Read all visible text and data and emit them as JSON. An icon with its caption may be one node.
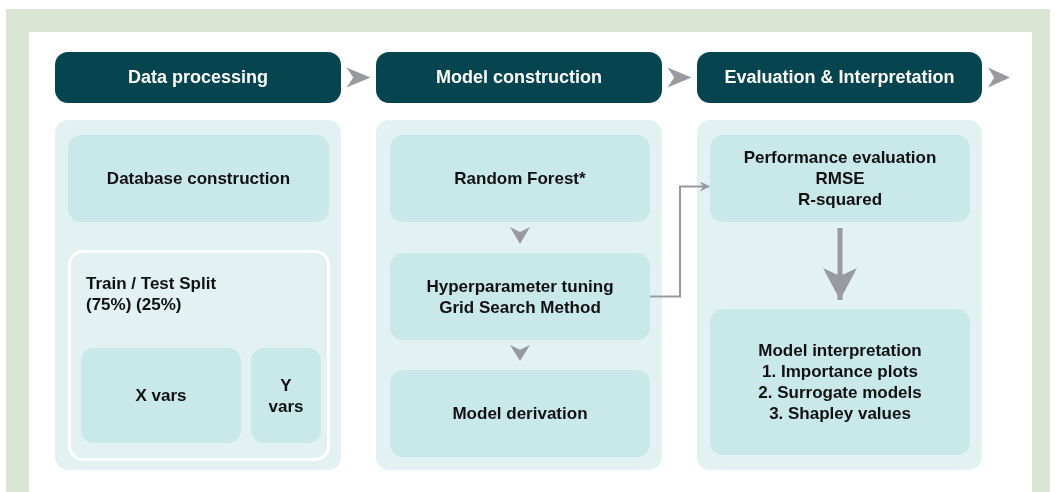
{
  "diagram": {
    "nodes": [
      {
        "text": [
          "Data processing"
        ]
      },
      {
        "text": [
          "Model construction"
        ]
      },
      {
        "text": [
          "Evaluation & Interpretation"
        ]
      },
      {
        "text": [],
        "shape": "box"
      },
      {
        "text": [
          "Database construction"
        ],
        "in": 3
      },
      {
        "text": [
          "Train / Test Split (75%) (25%)"
        ],
        "in": 3
      },
      {
        "text": [
          "X vars"
        ],
        "in": 5
      },
      {
        "text": [
          "Y vars"
        ],
        "in": 5
      },
      {
        "text": [],
        "shape": "box"
      },
      {
        "text": [
          "Random Forest*"
        ],
        "in": 8
      },
      {
        "text": [
          "Hyperparameter tuning",
          "Grid Search Method"
        ],
        "in": 8
      },
      {
        "text": [
          "Model derivation"
        ],
        "in": 8
      },
      {
        "text": [],
        "shape": "box"
      },
      {
        "text": [
          "Performance evaluation",
          "RMSE",
          "R-squared"
        ],
        "in": 12
      },
      {
        "text": [
          "Model interpretation",
          "1. Importance plots",
          "2. Surrogate models",
          "3. Shapley values"
        ],
        "in": 12
      }
    ],
    "edges": [
      {
        "from": 0,
        "to": 1,
        "arrow": "to"
      },
      {
        "from": 1,
        "to": 2,
        "arrow": "to"
      },
      {
        "from": 2,
        "to": null,
        "arrow": "to"
      },
      {
        "from": 9,
        "to": 10,
        "arrow": "to"
      },
      {
        "from": 10,
        "to": 11,
        "arrow": "to"
      },
      {
        "from": 10,
        "to": 13,
        "arrow": "to"
      },
      {
        "from": 13,
        "to": 14,
        "arrow": "to",
        "style": "thick"
      }
    ]
  }
}
